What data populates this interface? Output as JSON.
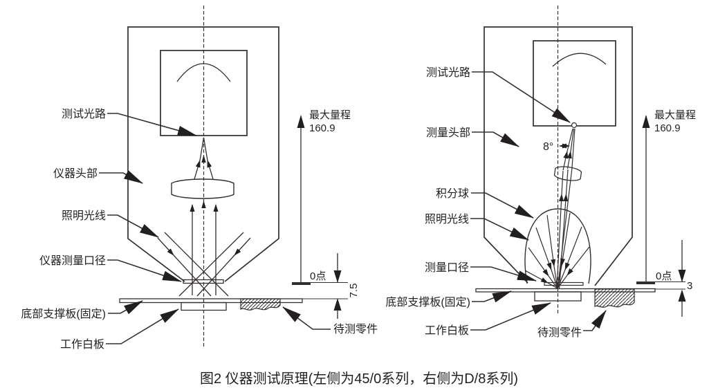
{
  "figure": {
    "caption": "图2 仪器测试原理(左侧为45/0系列，右侧为D/8系列)",
    "style": {
      "ink_color": "#332d2e",
      "text_color": "#231f20",
      "background": "#ffffff"
    },
    "left": {
      "series": "45/0系列",
      "labels": {
        "test_light_path": "测试光路",
        "instrument_head": "仪器头部",
        "illumination_light": "照明光线",
        "measurement_aperture": "仪器测量口径",
        "bottom_support_plate": "底部支撑板(固定)",
        "working_white_board": "工作白板",
        "part_under_test": "待测零件"
      },
      "dims": {
        "max_range_label": "最大量程",
        "max_range_value": "160.9",
        "zero_point": "0点",
        "gap": "7.5"
      }
    },
    "right": {
      "series": "D/8系列",
      "labels": {
        "test_light_path": "测试光路",
        "measuring_head": "测量头部",
        "integrating_sphere": "积分球",
        "illumination_light": "照明光线",
        "measurement_aperture": "测量口径",
        "bottom_support_plate": "底部支撑板(固定)",
        "working_white_board": "工作白板",
        "part_under_test": "待测零件",
        "angle": "8°"
      },
      "dims": {
        "max_range_label": "最大量程",
        "max_range_value": "160.9",
        "zero_point": "0点",
        "gap": "3"
      }
    }
  }
}
